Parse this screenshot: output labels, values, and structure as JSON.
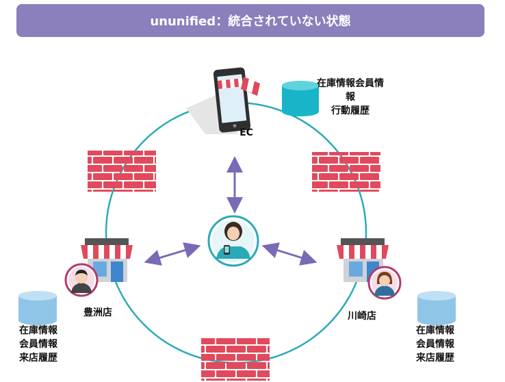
{
  "header": {
    "title": "ununified：統合されていない状態"
  },
  "colors": {
    "banner": "#8b7fbc",
    "ring": "#2aa9b7",
    "wall": "#e04a5c",
    "arrow": "#7a6ab6",
    "db_teal": "#19b4c8",
    "db_blue": "#8fc6e8"
  },
  "nodes": {
    "ec": {
      "label": "EC",
      "data_lines": [
        "在庫情報会員情",
        "報",
        "行動履歴"
      ]
    },
    "toyosu": {
      "label": "豊洲店",
      "data_lines": [
        "在庫情報",
        "会員情報",
        "来店履歴"
      ]
    },
    "kawasaki": {
      "label": "川崎店",
      "data_lines": [
        "在庫情報",
        "会員情報",
        "来店履歴"
      ]
    }
  }
}
